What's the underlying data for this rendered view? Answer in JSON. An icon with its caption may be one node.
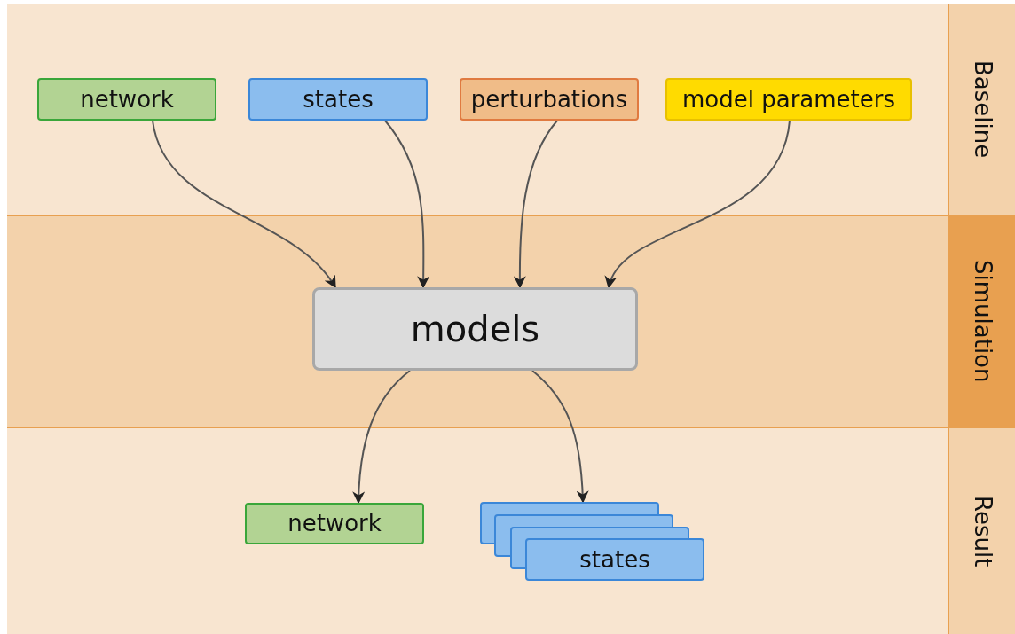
{
  "diagram": {
    "nodes": [
      {
        "text": [
          "Baseline"
        ]
      },
      {
        "text": [
          "Simulation"
        ]
      },
      {
        "text": [
          "Result"
        ]
      },
      {
        "text": [
          "network"
        ],
        "in": 0
      },
      {
        "text": [
          "states"
        ],
        "in": 0
      },
      {
        "text": [
          "perturbations"
        ],
        "in": 0
      },
      {
        "text": [
          "model parameters"
        ],
        "in": 0
      },
      {
        "text": [
          "models"
        ],
        "in": 1
      },
      {
        "text": [
          "network"
        ],
        "in": 2
      },
      {
        "text": [
          "states"
        ],
        "in": 2
      }
    ],
    "edges": [
      {
        "from": 3,
        "to": 7,
        "arrow": "to"
      },
      {
        "from": 4,
        "to": 7,
        "arrow": "to"
      },
      {
        "from": 5,
        "to": 7,
        "arrow": "to"
      },
      {
        "from": 6,
        "to": 7,
        "arrow": "to"
      },
      {
        "from": 7,
        "to": 8,
        "arrow": "to"
      },
      {
        "from": 7,
        "to": 9,
        "arrow": "to"
      }
    ]
  }
}
